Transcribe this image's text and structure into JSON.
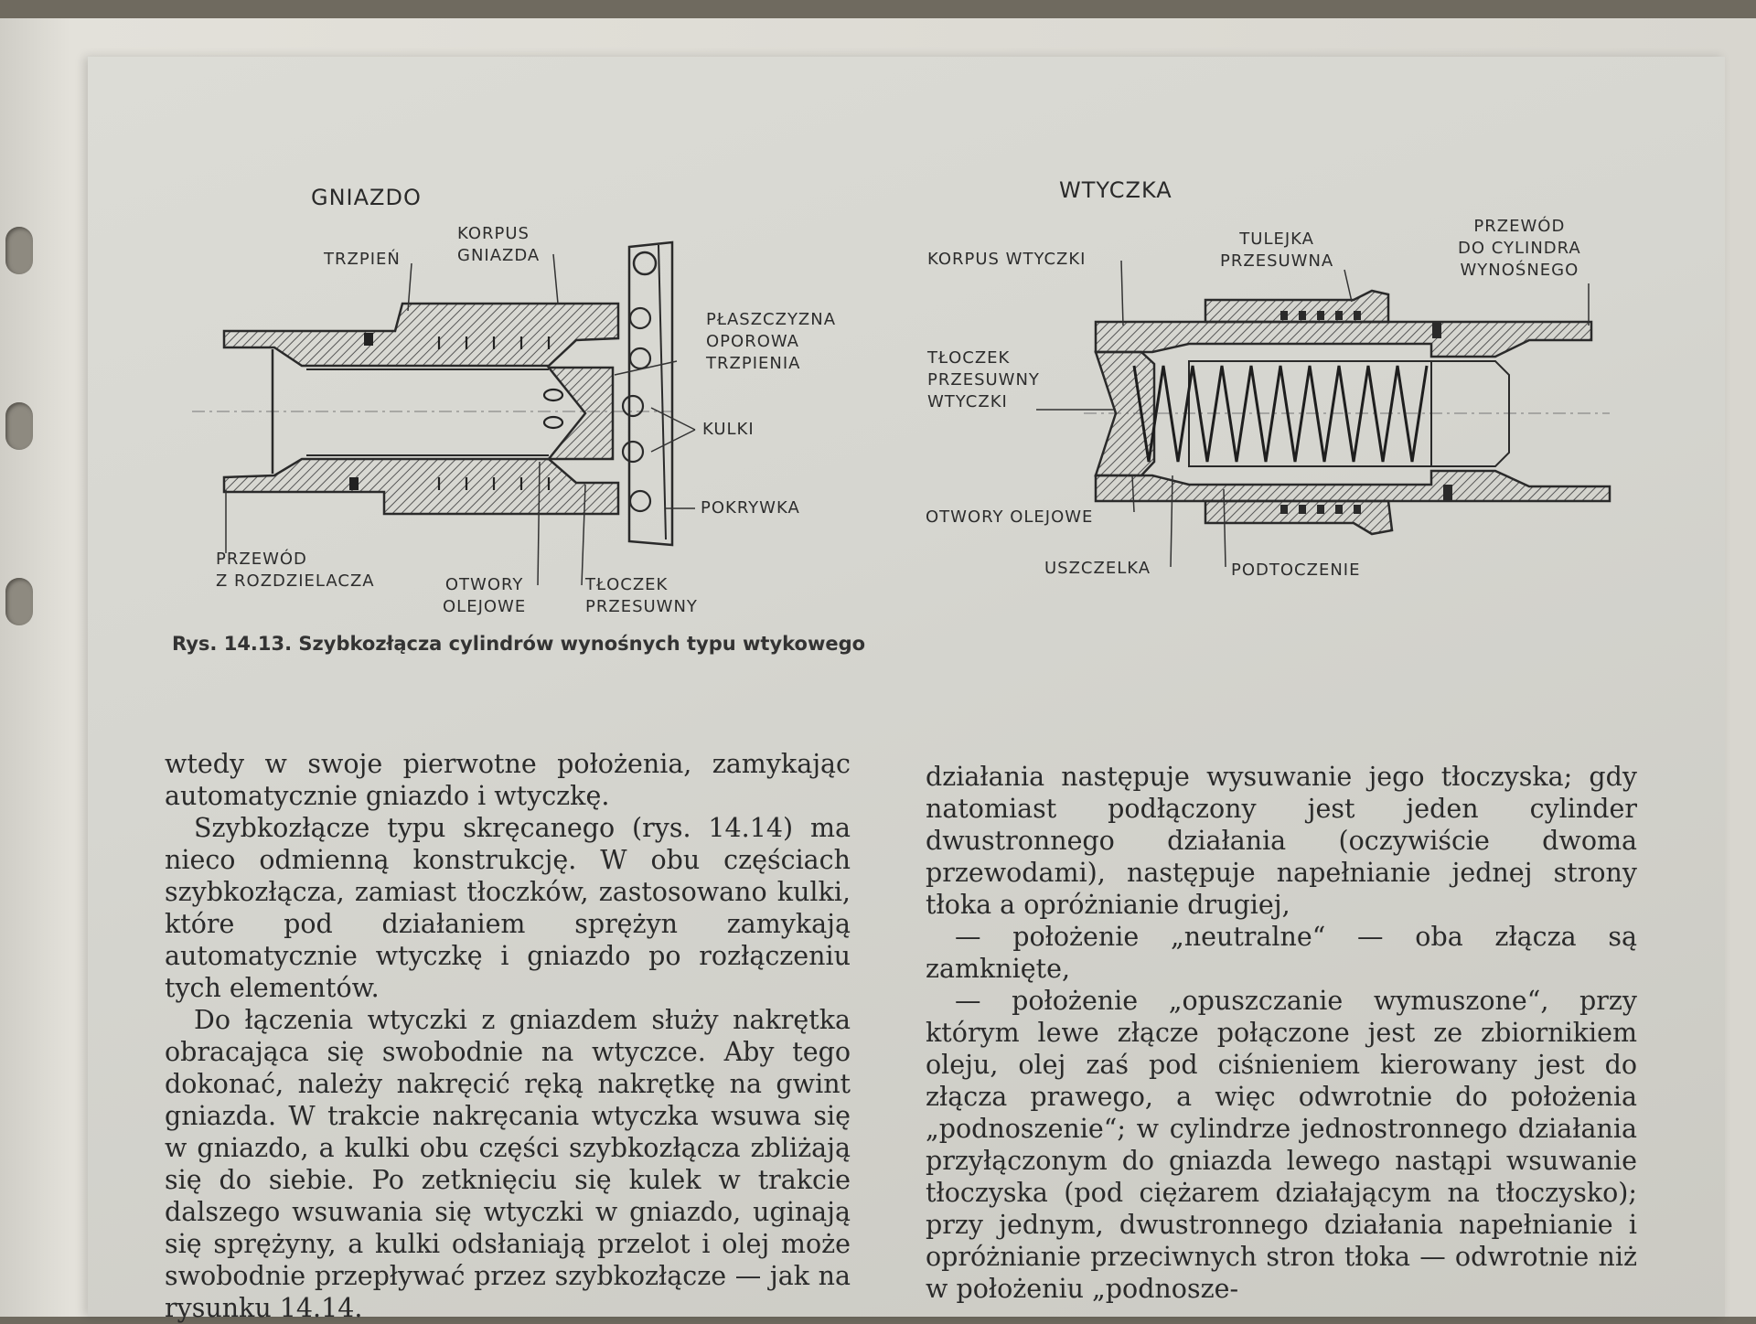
{
  "figure": {
    "left_title": "GNIAZDO",
    "right_title": "WTYCZKA",
    "left_labels": {
      "trzpien": "TRZPIEŃ",
      "korpus_gniazda": "KORPUS\nGNIAZDA",
      "plaszczyzna": "PŁASZCZYZNA\nOPOROWA\nTRZPIENIA",
      "kulki": "KULKI",
      "pokrywka": "POKRYWKA",
      "przewod": "PRZEWÓD\nZ ROZDZIELACZA",
      "otwory": "OTWORY\nOLEJOWE",
      "tloczek": "TŁOCZEK\nPRZESUWNY"
    },
    "right_labels": {
      "korpus_wtyczki": "KORPUS WTYCZKI",
      "tulejka": "TULEJKA\nPRZESUWNA",
      "przewod": "PRZEWÓD\nDO CYLINDRA\nWYNOŚNEGO",
      "tloczek": "TŁOCZEK\nPRZESUWNY\nWTYCZKI",
      "otwory": "OTWORY OLEJOWE",
      "uszczelka": "USZCZELKA",
      "podtoczenie": "PODTOCZENIE"
    },
    "caption": "Rys. 14.13. Szybkozłącza cylindrów wynośnych typu wtykowego"
  },
  "left_column": [
    "wtedy w swoje pierwotne położenia, zamykając automatycznie gniazdo i wtyczkę.",
    "Szybkozłącze typu skręcanego (rys. 14.14) ma nieco odmienną konstrukcję. W obu częściach szybkozłącza, zamiast tłoczków, zastosowano kulki, które pod działaniem sprężyn zamykają automatycznie wtyczkę i gniazdo po rozłączeniu tych elementów.",
    "Do łączenia wtyczki z gniazdem służy nakrętka obracająca się swobodnie na wtyczce. Aby tego dokonać, należy nakręcić ręką nakrętkę na gwint gniazda. W trakcie nakręcania wtyczka wsuwa się w gniazdo, a kulki obu części szybkozłącza zbliżają się do siebie. Po zetknięciu się kulek w trakcie dalszego wsuwania się wtyczki w gniazdo, uginają się sprężyny, a kulki odsłaniają przelot i olej może swobodnie przepływać przez szybkozłącze — jak na rysunku 14.14."
  ],
  "right_column": [
    "działania następuje wysuwanie jego tłoczyska; gdy natomiast podłączony jest jeden cylinder dwustronnego działania (oczywiście dwoma przewodami), następuje napełnianie jednej strony tłoka a opróżnianie drugiej,",
    "— położenie „neutralne“ — oba złącza są zamknięte,",
    "— położenie „opuszczanie wymuszone“, przy którym lewe złącze połączone jest ze zbiornikiem oleju, olej zaś pod ciśnieniem kierowany jest do złącza prawego, a więc odwrotnie do położenia „podnoszenie“; w cylindrze jednostronnego działania przyłączonym do gniazda lewego nastąpi wsuwanie tłoczyska (pod ciężarem działającym na tłoczysko); przy jednym, dwustronnego działania napełnianie i opróżnianie przeciwnych stron tłoka — odwrotnie niż w położeniu „podnosze-"
  ]
}
